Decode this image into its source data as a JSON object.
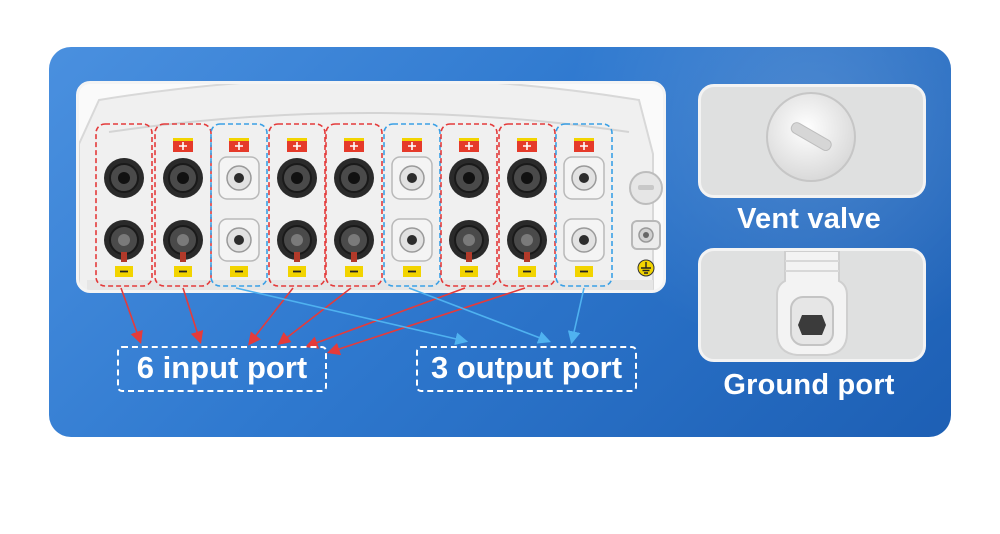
{
  "labels": {
    "input_port": "6 input port",
    "output_port": "3 output port",
    "vent_valve": "Vent valve",
    "ground_port": "Ground port"
  },
  "colors": {
    "panel_blue": "#2f79cf",
    "input_group": "#e43b3b",
    "output_group": "#3aa0e6",
    "text": "#ffffff"
  },
  "groups": [
    "input",
    "input",
    "output",
    "input",
    "input",
    "output",
    "input",
    "input",
    "output"
  ],
  "icons": [
    "mc4-connector",
    "cable-gland",
    "vent-valve-cap",
    "ground-symbol",
    "polarity-plus-label",
    "polarity-minus-label"
  ]
}
